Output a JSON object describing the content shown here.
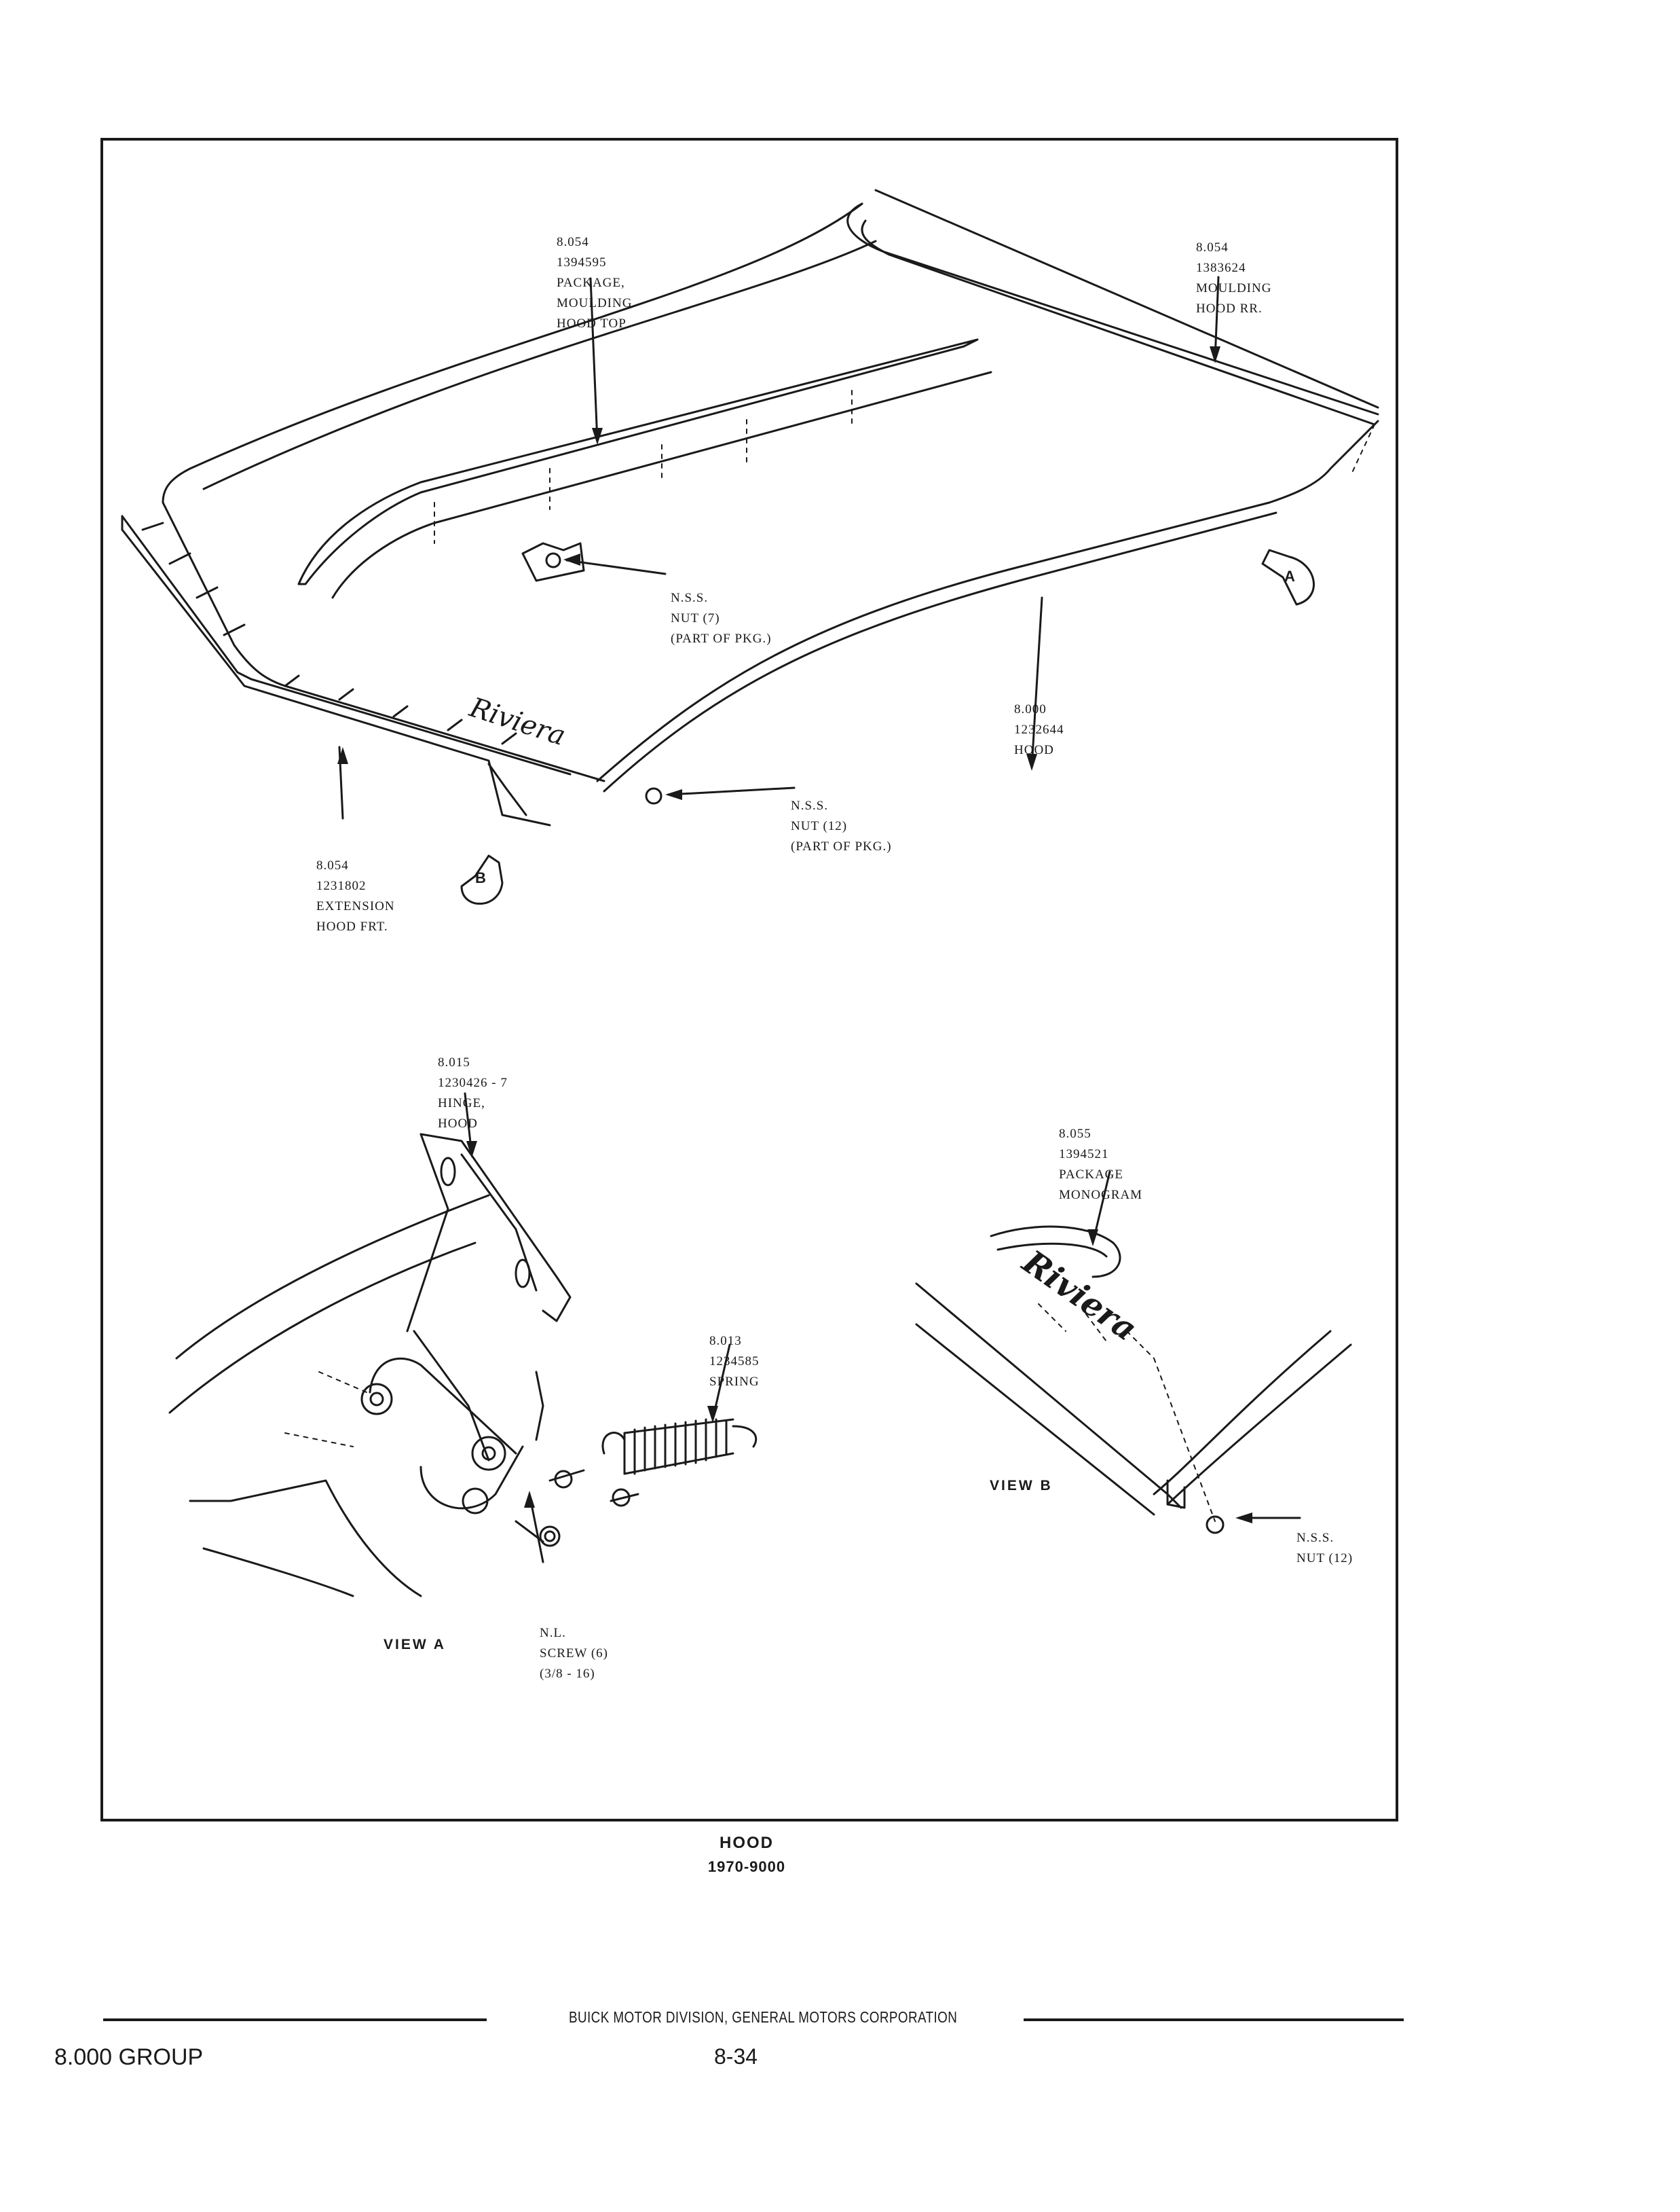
{
  "callouts": {
    "moulding_top": [
      "8.054",
      "1394595",
      "PACKAGE,",
      "MOULDING",
      "HOOD TOP"
    ],
    "moulding_rear": [
      "8.054",
      "1383624",
      "MOULDING",
      "HOOD RR."
    ],
    "nut_7": [
      "N.S.S.",
      "NUT (7)",
      "(PART OF PKG.)"
    ],
    "hood": [
      "8.000",
      "1232644",
      "HOOD"
    ],
    "nut_12": [
      "N.S.S.",
      "NUT (12)",
      "(PART OF PKG.)"
    ],
    "extension": [
      "8.054",
      "1231802",
      "EXTENSION",
      "HOOD FRT."
    ],
    "hinge": [
      "8.015",
      "1230426 - 7",
      "HINGE,",
      "HOOD"
    ],
    "spring": [
      "8.013",
      "1234585",
      "SPRING"
    ],
    "screw": [
      "N.L.",
      "SCREW (6)",
      "(3/8 - 16)"
    ],
    "monogram": [
      "8.055",
      "1394521",
      "PACKAGE",
      "MONOGRAM"
    ],
    "nut_12_b": [
      "N.S.S.",
      "NUT (12)"
    ]
  },
  "markers": {
    "a": "A",
    "b": "B"
  },
  "views": {
    "view_a": "VIEW A",
    "view_b": "VIEW B"
  },
  "emblem_text": "Riviera",
  "caption": {
    "title": "HOOD",
    "subtitle": "1970-9000"
  },
  "footer": {
    "publisher": "BUICK MOTOR DIVISION, GENERAL MOTORS CORPORATION",
    "group": "8.000 GROUP",
    "page": "8-34"
  }
}
